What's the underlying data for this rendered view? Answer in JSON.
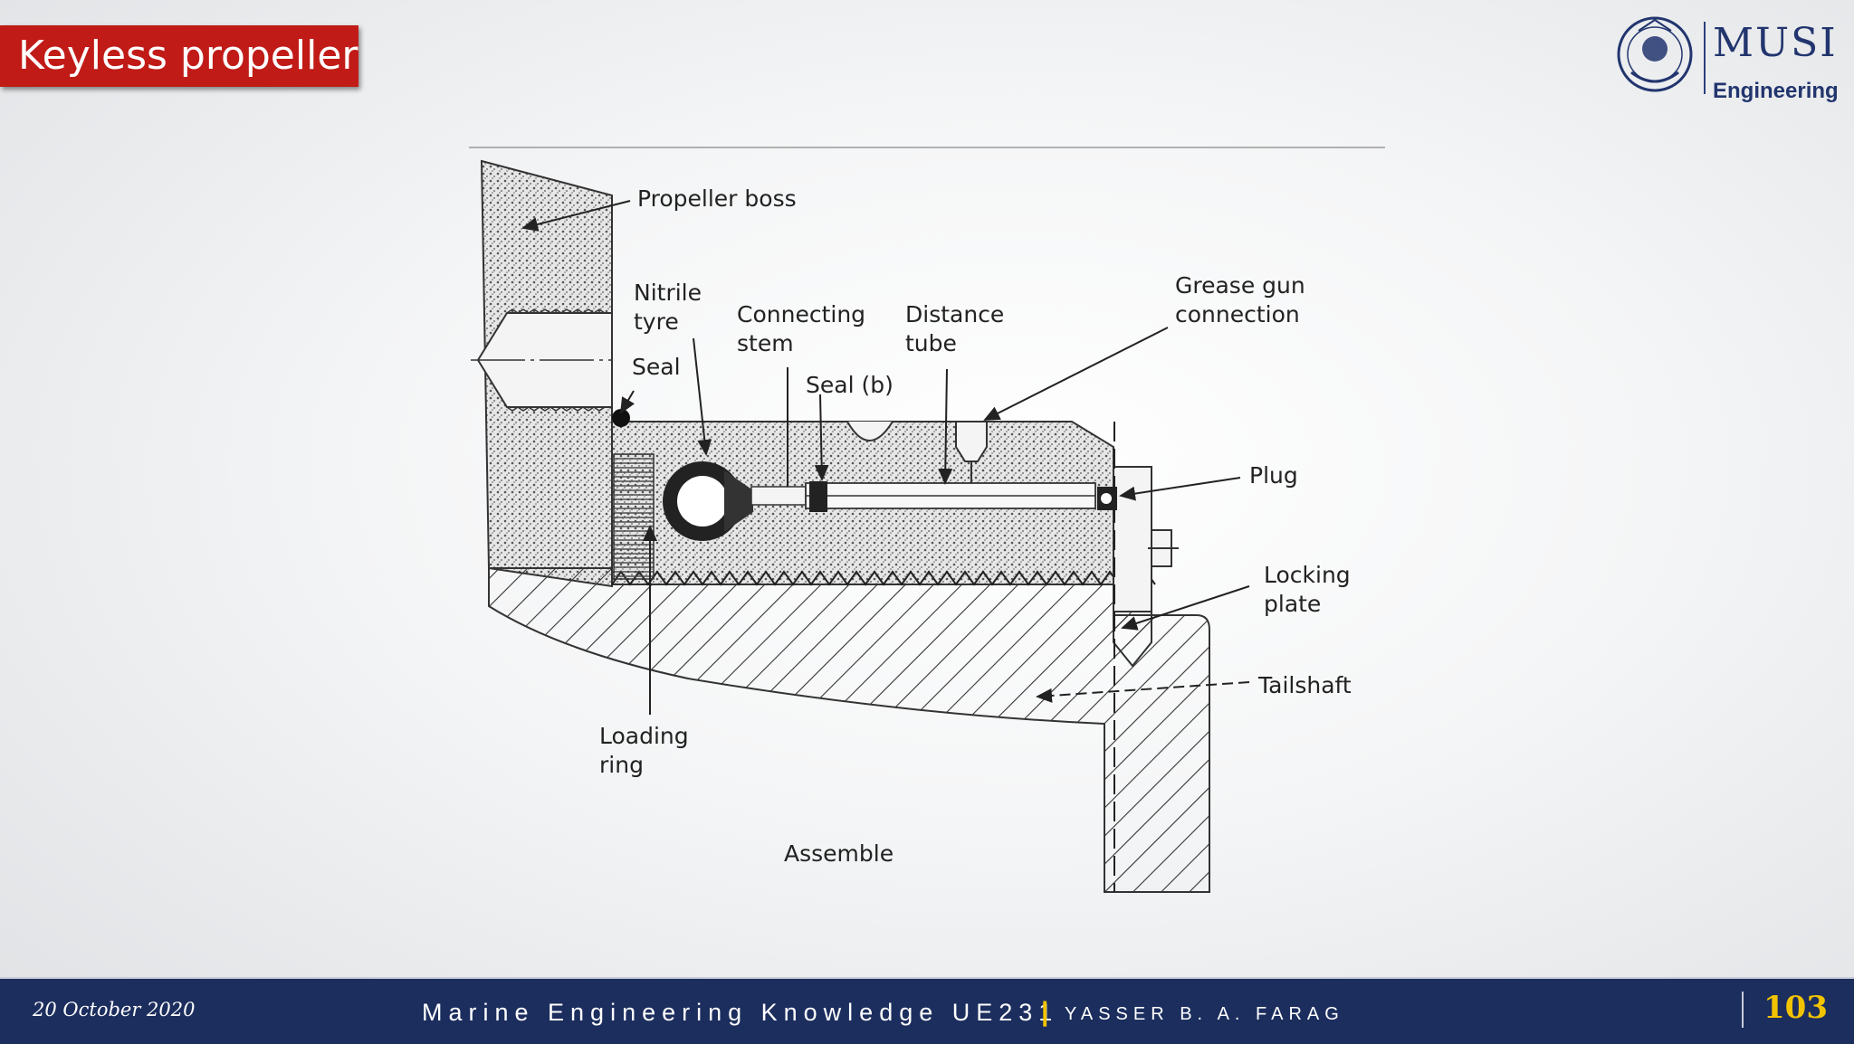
{
  "slide": {
    "title": "Keyless propeller"
  },
  "logo": {
    "name": "MUSI",
    "subtitle": "Engineering"
  },
  "diagram": {
    "labels": {
      "propeller_boss": "Propeller boss",
      "nitrile_tyre_1": "Nitrile",
      "nitrile_tyre_2": "tyre",
      "seal": "Seal",
      "connecting_stem_1": "Connecting",
      "connecting_stem_2": "stem",
      "seal_b": "Seal (b)",
      "distance_tube_1": "Distance",
      "distance_tube_2": "tube",
      "grease_gun_1": "Grease gun",
      "grease_gun_2": "connection",
      "plug": "Plug",
      "locking_plate_1": "Locking",
      "locking_plate_2": "plate",
      "tailshaft": "Tailshaft",
      "loading_ring_1": "Loading",
      "loading_ring_2": "ring",
      "caption": "Assemble"
    }
  },
  "footer": {
    "date": "20 October 2020",
    "course": "Marine Engineering Knowledge UE231",
    "separator": "|",
    "author": "YASSER B. A. FARAG",
    "page_number": "103"
  },
  "colors": {
    "title_bg": "#c11b17",
    "footer_bg": "#1c2e5e",
    "accent_gold": "#f2c300",
    "logo_blue": "#22356e"
  }
}
